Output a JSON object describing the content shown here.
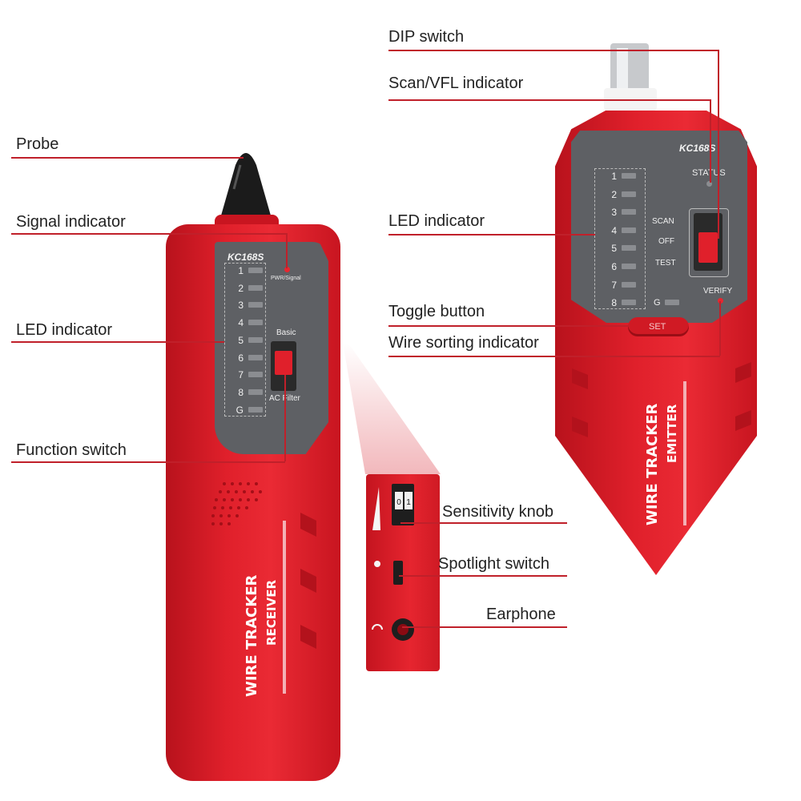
{
  "callouts": {
    "probe": "Probe",
    "signal_indicator": "Signal indicator",
    "led_indicator_left": "LED indicator",
    "function_switch": "Function switch",
    "dip_switch": "DIP switch",
    "scan_vfl_indicator": "Scan/VFL indicator",
    "led_indicator_right": "LED indicator",
    "toggle_button": "Toggle button",
    "wire_sorting_indicator": "Wire sorting indicator",
    "sensitivity_knob": "Sensitivity knob",
    "spotlight_switch": "Spotlight switch",
    "earphone": "Earphone"
  },
  "receiver": {
    "model": "KC168S",
    "pwr_signal": "PWR/Signal",
    "basic": "Basic",
    "ac_filter": "AC Filter",
    "leds": [
      "1",
      "2",
      "3",
      "4",
      "5",
      "6",
      "7",
      "8",
      "G"
    ],
    "brand_line1": "WIRE TRACKER",
    "brand_line2": "RECEIVER"
  },
  "emitter": {
    "model": "KC168S",
    "status": "STATUS",
    "scan": "SCAN",
    "off": "OFF",
    "test": "TEST",
    "verify": "VERIFY",
    "g": "G",
    "set_button": "SET",
    "leds": [
      "1",
      "2",
      "3",
      "4",
      "5",
      "6",
      "7",
      "8"
    ],
    "brand_line1": "WIRE TRACKER",
    "brand_line2": "EMITTER"
  },
  "inset": {
    "knob_digits": "0 1"
  },
  "colors": {
    "device_red": "#e0202b",
    "panel_gray": "#5e6064",
    "leader_red": "#c0202a"
  }
}
